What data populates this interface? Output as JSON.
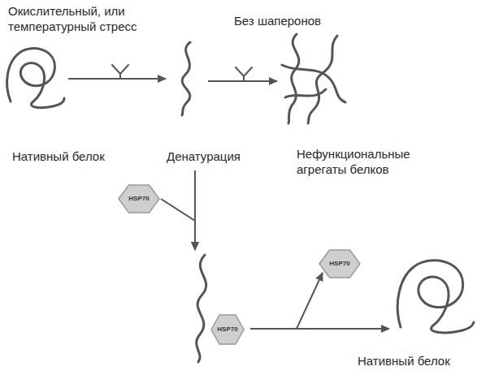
{
  "diagram": {
    "nodes": [
      {
        "text": [
          "Нативный белок"
        ]
      },
      {
        "text": [
          "Денатурация"
        ]
      },
      {
        "text": [
          "Нефункциональные агрегаты белков"
        ]
      },
      {
        "text": [
          "HSP70"
        ]
      },
      {
        "text": [
          "HSP70"
        ]
      },
      {
        "text": [
          "HSP70"
        ]
      },
      {
        "text": [
          "Нативный белок"
        ]
      }
    ],
    "edges": [
      {
        "from": 0,
        "to": 1,
        "arrow": "to"
      },
      {
        "from": 1,
        "to": 2,
        "arrow": "to"
      },
      {
        "from": 1,
        "to": 4,
        "arrow": "to"
      },
      {
        "from": 3,
        "to": 4,
        "arrow": "to"
      },
      {
        "from": 4,
        "to": 6,
        "arrow": "to"
      },
      {
        "from": 4,
        "to": 5,
        "arrow": "to"
      }
    ],
    "labels": [
      "Окислительный, или температурный стресс",
      "Без шаперонов"
    ]
  }
}
